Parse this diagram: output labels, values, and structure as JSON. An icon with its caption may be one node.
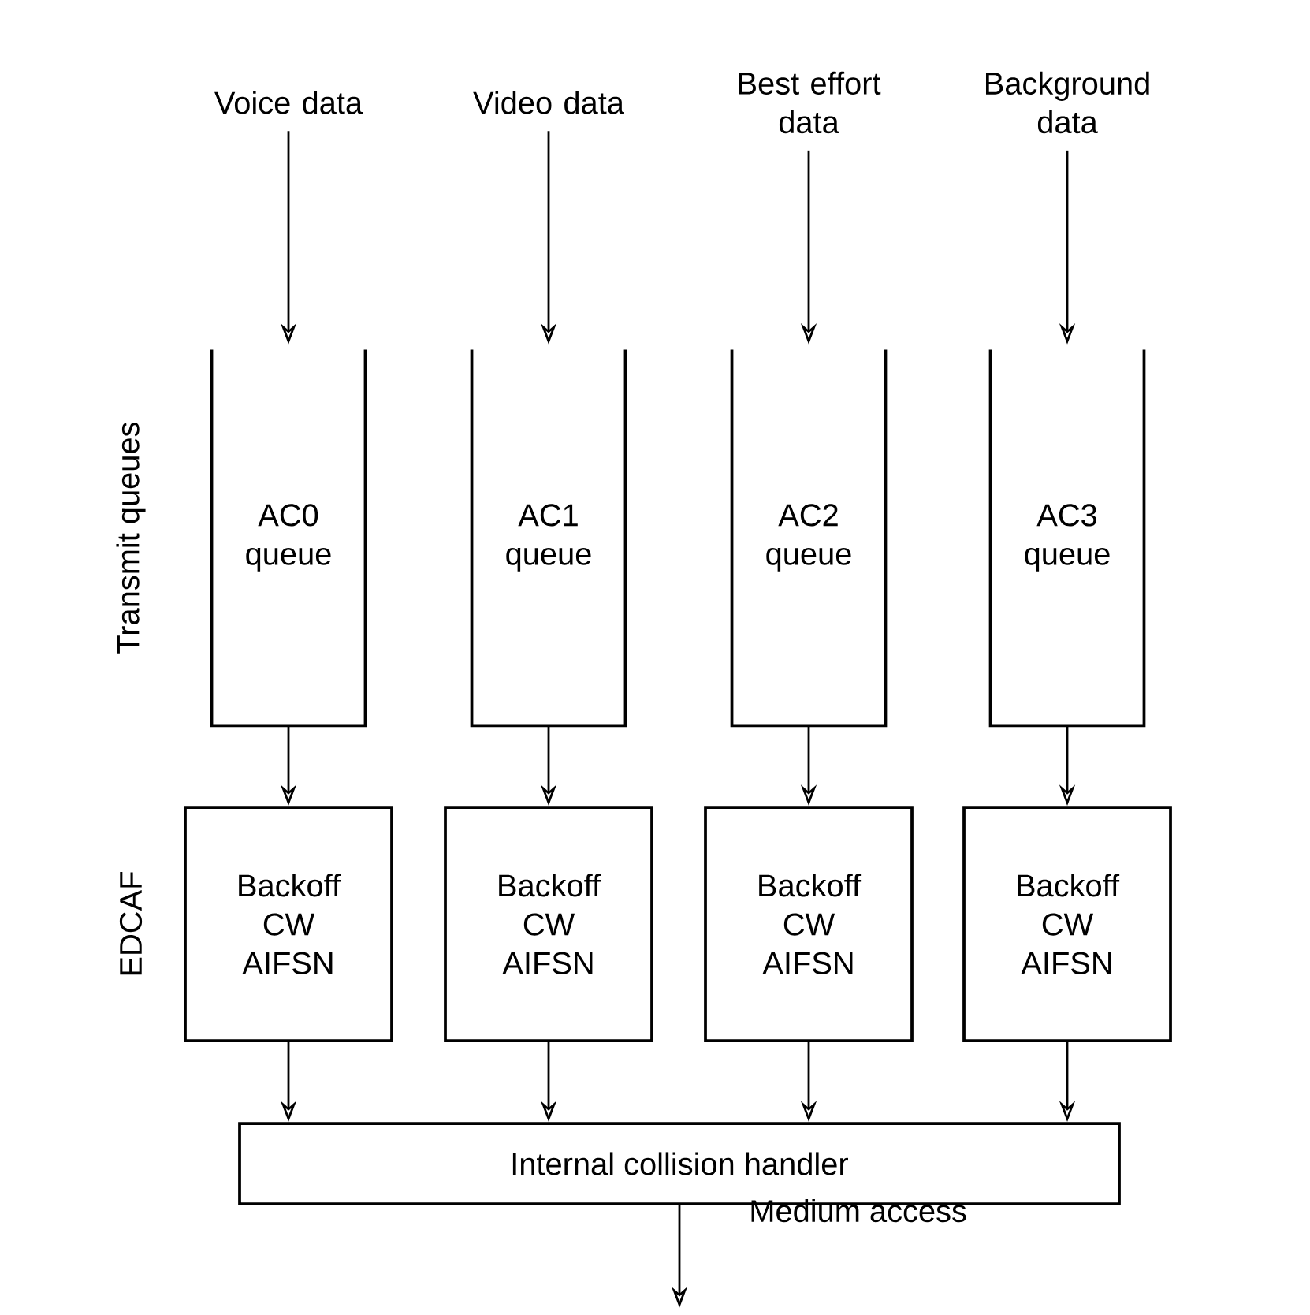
{
  "diagram": {
    "nodes": [
      {
        "text": [
          "Voice data"
        ]
      },
      {
        "text": [
          "Video data"
        ]
      },
      {
        "text": [
          "Best effort data"
        ]
      },
      {
        "text": [
          "Background data"
        ]
      },
      {
        "text": [
          "AC0 queue"
        ]
      },
      {
        "text": [
          "AC1 queue"
        ]
      },
      {
        "text": [
          "AC2 queue"
        ]
      },
      {
        "text": [
          "AC3 queue"
        ]
      },
      {
        "text": [
          "Backoff CW AIFSN"
        ]
      },
      {
        "text": [
          "Backoff CW AIFSN"
        ]
      },
      {
        "text": [
          "Backoff CW AIFSN"
        ]
      },
      {
        "text": [
          "Backoff CW AIFSN"
        ]
      },
      {
        "text": [
          "Internal collision handler"
        ]
      }
    ],
    "edges": [
      {
        "from": 0,
        "to": 4,
        "arrow": "to"
      },
      {
        "from": 1,
        "to": 5,
        "arrow": "to"
      },
      {
        "from": 2,
        "to": 6,
        "arrow": "to"
      },
      {
        "from": 3,
        "to": 7,
        "arrow": "to"
      },
      {
        "from": 4,
        "to": 8,
        "arrow": "to"
      },
      {
        "from": 5,
        "to": 9,
        "arrow": "to"
      },
      {
        "from": 6,
        "to": 10,
        "arrow": "to"
      },
      {
        "from": 7,
        "to": 11,
        "arrow": "to"
      },
      {
        "from": 8,
        "to": 12,
        "arrow": "to"
      },
      {
        "from": 9,
        "to": 12,
        "arrow": "to"
      },
      {
        "from": 10,
        "to": 12,
        "arrow": "to"
      },
      {
        "from": 11,
        "to": 12,
        "arrow": "to"
      },
      {
        "from": 12,
        "to": null,
        "arrow": "to",
        "label": "Medium access"
      }
    ],
    "labels": [
      "Transmit queues",
      "EDCAF"
    ]
  }
}
